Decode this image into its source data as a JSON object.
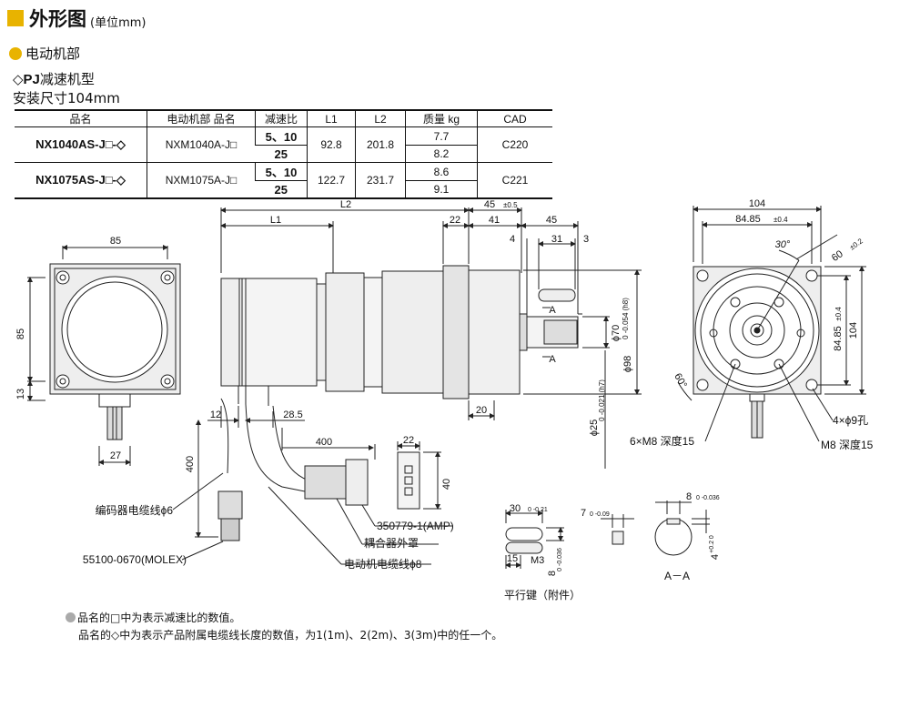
{
  "header": {
    "title": "外形图",
    "unit": "(单位mm)"
  },
  "section": {
    "label": "电动机部"
  },
  "type_label": {
    "marker": "◇",
    "code": "PJ",
    "text": "减速机型"
  },
  "mount_size": "安装尺寸104mm",
  "table": {
    "headers": [
      "品名",
      "电动机部 品名",
      "减速比",
      "L1",
      "L2",
      "质量 kg",
      "CAD"
    ],
    "rows": [
      {
        "product": "NX1040AS-J□-◇",
        "motor": "NXM1040A-J□",
        "ratio_a": "5、10",
        "ratio_b": "25",
        "l1": "92.8",
        "l2": "201.8",
        "mass_a": "7.7",
        "mass_b": "8.2",
        "cad": "C220"
      },
      {
        "product": "NX1075AS-J□-◇",
        "motor": "NXM1075A-J□",
        "ratio_a": "5、10",
        "ratio_b": "25",
        "l1": "122.7",
        "l2": "231.7",
        "mass_a": "8.6",
        "mass_b": "9.1",
        "cad": "C221"
      }
    ]
  },
  "dims": {
    "l2": "L2",
    "l1": "L1",
    "d45": "45",
    "d45tol": "±0.5",
    "d22": "22",
    "d41": "41",
    "d45b": "45",
    "d4": "4",
    "d31": "31",
    "d3": "3",
    "d85w": "85",
    "d85h": "85",
    "d13": "13",
    "d27": "27",
    "d12": "12",
    "d28": "28.5",
    "d400": "400",
    "d400v": "400",
    "d22b": "22",
    "d40": "40",
    "d20": "20",
    "phi70": "ϕ70",
    "phi98": "ϕ98",
    "phi98tol": "0\n-0.054 (h8)",
    "phi25": "ϕ25",
    "phi25tol": "0\n-0.021 (h7)",
    "d104": "104",
    "d8485": "84.85",
    "d8485tol": "±0.4",
    "d104v": "104",
    "d8485v": "84.85",
    "d8485vtol": "±0.4",
    "ang30": "30°",
    "ang60": "60°",
    "d60": "60",
    "d60tol": "±0.2",
    "d30": "30",
    "d30tol": "0\n-0.21",
    "d15": "15",
    "m3": "M3",
    "d8": "8",
    "d8tol": "0\n-0.036",
    "d7": "7",
    "d7tol": "0\n-0.09",
    "d4b": "4",
    "d4tol": "+0.2\n0",
    "d8v": "8",
    "d8vtol": "0\n-0.036",
    "a_label": "A"
  },
  "callouts": {
    "encoder_cable": "编码器电缆线ϕ6",
    "molex": "55100-0670(MOLEX)",
    "amp": "350779-1(AMP)",
    "coupler": "耦合器外罩",
    "motor_cable": "电动机电缆线ϕ8",
    "holes": "4×ϕ9孔",
    "m8_six": "6×M8 深度15",
    "m8": "M8 深度15",
    "key": "平行键（附件）",
    "section_aa": "A－A"
  },
  "notes": [
    "品名的□中为表示减速比的数值。",
    "品名的◇中为表示产品附属电缆线长度的数值，为1(1m)、2(2m)、3(3m)中的任一个。"
  ]
}
